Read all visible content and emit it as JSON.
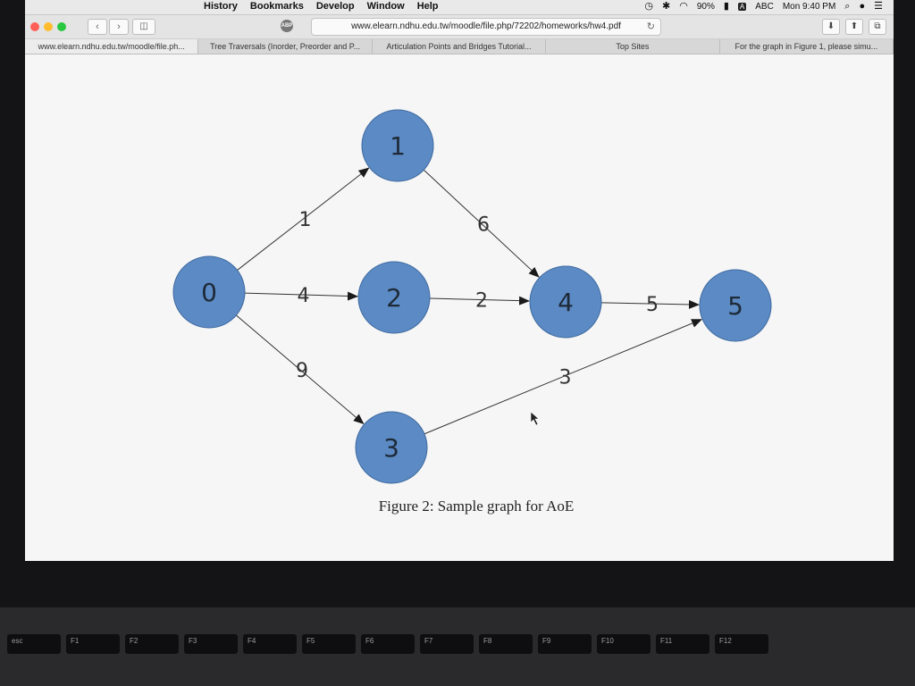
{
  "menubar": {
    "menus": [
      "History",
      "Bookmarks",
      "Develop",
      "Window",
      "Help"
    ],
    "battery": "90%",
    "input_source": "ABC",
    "clock": "Mon 9:40 PM"
  },
  "toolbar": {
    "url": "www.elearn.ndhu.edu.tw/moodle/file.php/72202/homeworks/hw4.pdf",
    "abp_label": "ABP"
  },
  "tabs": [
    "www.elearn.ndhu.edu.tw/moodle/file.ph...",
    "Tree Traversals (Inorder, Preorder and P...",
    "Articulation Points and Bridges Tutorial...",
    "Top Sites",
    "For the graph in Figure 1, please simu..."
  ],
  "figure": {
    "caption": "Figure 2: Sample graph for AoE",
    "node_color": "#5b8ac4",
    "node_stroke": "#3f6aa0",
    "nodes": [
      {
        "id": "0"
      },
      {
        "id": "1"
      },
      {
        "id": "2"
      },
      {
        "id": "3"
      },
      {
        "id": "4"
      },
      {
        "id": "5"
      }
    ],
    "edges": [
      {
        "from": "0",
        "to": "1",
        "weight": "1"
      },
      {
        "from": "0",
        "to": "2",
        "weight": "4"
      },
      {
        "from": "0",
        "to": "3",
        "weight": "9"
      },
      {
        "from": "1",
        "to": "4",
        "weight": "6"
      },
      {
        "from": "2",
        "to": "4",
        "weight": "2"
      },
      {
        "from": "3",
        "to": "5",
        "weight": "3"
      },
      {
        "from": "4",
        "to": "5",
        "weight": "5"
      }
    ]
  },
  "keyboard": {
    "keys": [
      "esc",
      "F1",
      "F2",
      "F3",
      "F4",
      "F5",
      "F6",
      "F7",
      "F8",
      "F9",
      "F10",
      "F11",
      "F12"
    ]
  }
}
